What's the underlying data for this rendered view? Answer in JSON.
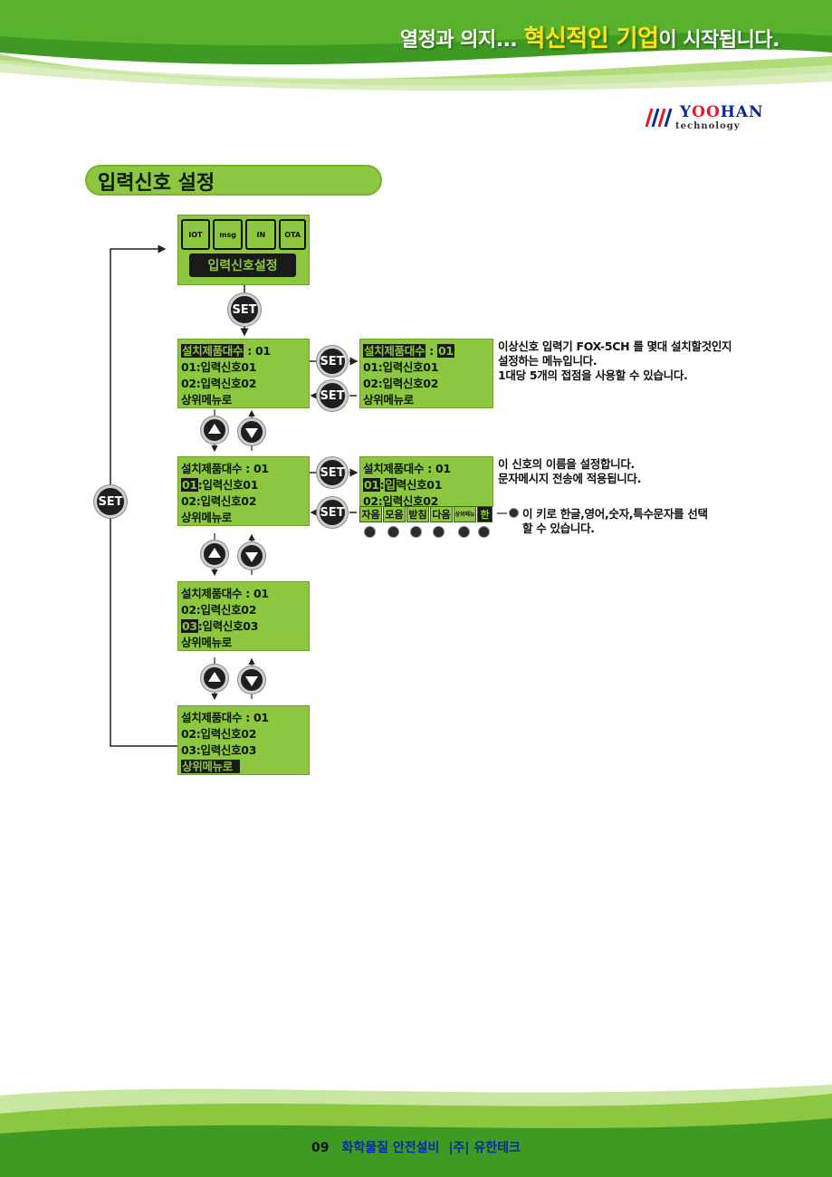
{
  "header": {
    "slogan_pre": "열정과 의지... ",
    "slogan_highlight": "혁신적인 기업",
    "slogan_post": "이 시작됩니다.",
    "colors": {
      "green": "#8dc63f",
      "highlight": "#ffe21a",
      "dark_green": "#3e9a22"
    }
  },
  "logo": {
    "word_a": "Y",
    "word_o": "OO",
    "word_b": "HAN",
    "sub": "technology",
    "icon": "stripes-logo-icon"
  },
  "section_title": "입력신호 설정",
  "top_panel": {
    "icons": [
      "IOT",
      "msg",
      "IN",
      "OTA"
    ],
    "icon_names": [
      "iot-phone-icon",
      "message-icon",
      "input-icon",
      "ota-phone-icon"
    ],
    "label": "입력신호설정"
  },
  "buttons": {
    "set": "SET"
  },
  "panel1": {
    "l1a": "설치제품대수",
    "l1b": " : 01",
    "l2": "01:입력신호01",
    "l3": "02:입력신호02",
    "l4": "상위메뉴로"
  },
  "panel1r": {
    "l1a": "설치제품대수",
    "l1s": " : ",
    "l1b": "01",
    "l2": "01:입력신호01",
    "l3": "02:입력신호02",
    "l4": "상위메뉴로"
  },
  "desc1": [
    "이상신호 입력기 FOX-5CH 를 몇대 설치할것인지",
    "설정하는 메뉴입니다.",
    "1대당 5개의 접점을 사용할 수 있습니다."
  ],
  "panel2": {
    "l1": "설치제품대수 : 01",
    "l2a": "01",
    "l2b": ":입력신호01",
    "l3": "02:입력신호02",
    "l4": "상위메뉴로"
  },
  "panel2r": {
    "l1": "설치제품대수 : 01",
    "l2a": "01",
    "l2c": ":",
    "l2d": "입",
    "l2b": "력신호01",
    "l3": "02:입력신호02"
  },
  "keyboard": [
    "자음",
    "모음",
    "받침",
    "다음",
    "상위메뉴",
    "한"
  ],
  "desc2": [
    "이 신호의 이름을 설정합니다.",
    "문자메시지 전송에 적용됩니다."
  ],
  "desc3": [
    "이 키로 한글,영어,숫자,특수문자를 선택",
    "할 수 있습니다."
  ],
  "panel3": {
    "l1": "설치제품대수 : 01",
    "l2": "02:입력신호02",
    "l3a": "03",
    "l3b": ":입력신호03",
    "l4": "상위메뉴로"
  },
  "panel4": {
    "l1": "설치제품대수 : 01",
    "l2": "02:입력신호02",
    "l3": "03:입력신호03",
    "l4": "상위메뉴로"
  },
  "footer": {
    "page": "09",
    "company": "화학물질 안전설비",
    "brand": "|주| 유한테크"
  }
}
